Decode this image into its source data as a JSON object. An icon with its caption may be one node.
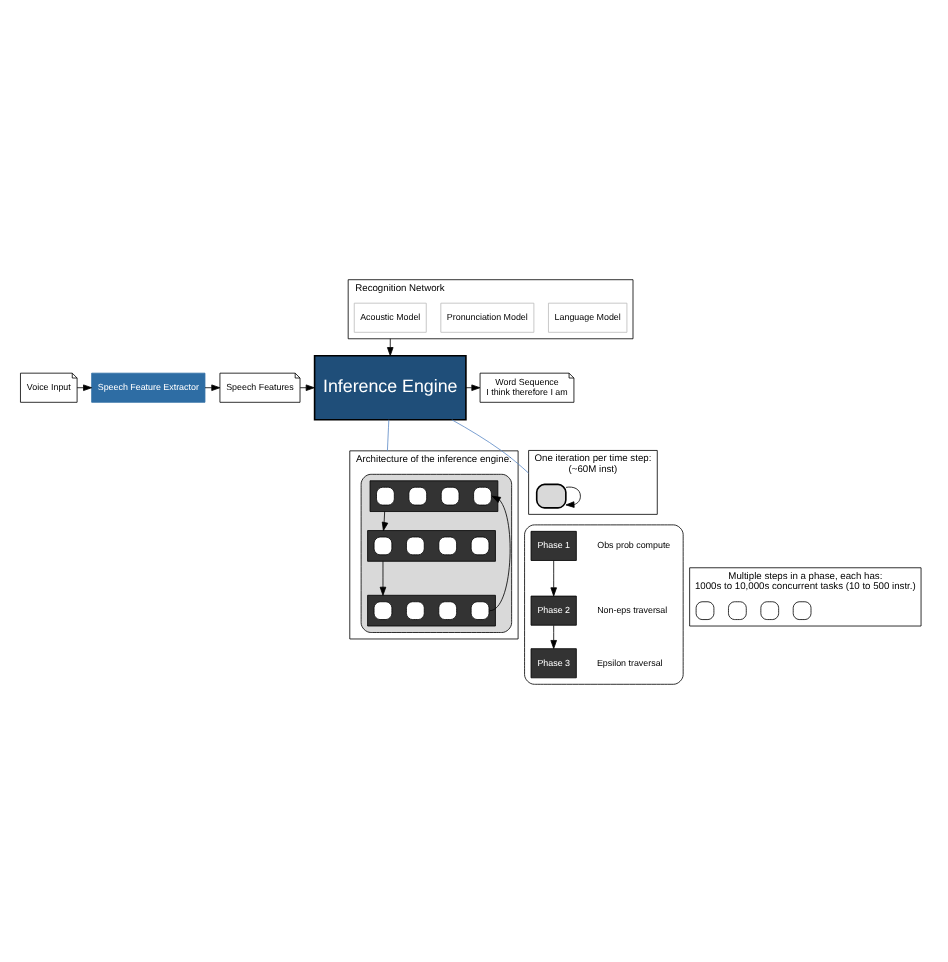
{
  "diagram": {
    "nodes": [
      {
        "text": [
          "Recognition Network"
        ]
      },
      {
        "text": [
          "Acoustic Model"
        ],
        "in": 0
      },
      {
        "text": [
          "Pronunciation Model"
        ],
        "in": 0
      },
      {
        "text": [
          "Language Model"
        ],
        "in": 0
      },
      {
        "text": [
          "Voice Input"
        ]
      },
      {
        "text": [
          "Speech Feature Extractor"
        ]
      },
      {
        "text": [
          "Speech Features"
        ]
      },
      {
        "text": [
          "Inference Engine"
        ]
      },
      {
        "text": [
          "Word Sequence",
          "I think therefore I am"
        ]
      },
      {
        "text": [
          "Architecture of the inference engine:"
        ]
      },
      {
        "text": [],
        "shape": "box",
        "in": 9
      },
      {
        "text": [],
        "shape": "bar",
        "in": 10
      },
      {
        "text": [],
        "shape": "box",
        "in": 11
      },
      {
        "text": [],
        "shape": "box",
        "in": 11
      },
      {
        "text": [],
        "shape": "box",
        "in": 11
      },
      {
        "text": [],
        "shape": "box",
        "in": 11
      },
      {
        "text": [],
        "shape": "bar",
        "in": 10
      },
      {
        "text": [],
        "shape": "box",
        "in": 16
      },
      {
        "text": [],
        "shape": "box",
        "in": 16
      },
      {
        "text": [],
        "shape": "box",
        "in": 16
      },
      {
        "text": [],
        "shape": "box",
        "in": 16
      },
      {
        "text": [],
        "shape": "bar",
        "in": 10
      },
      {
        "text": [],
        "shape": "box",
        "in": 21
      },
      {
        "text": [],
        "shape": "box",
        "in": 21
      },
      {
        "text": [],
        "shape": "box",
        "in": 21
      },
      {
        "text": [],
        "shape": "box",
        "in": 21
      },
      {
        "text": [
          "One iteration per time step:",
          "(~60M inst)"
        ]
      },
      {
        "text": [],
        "shape": "box",
        "in": 26
      },
      {
        "text": [],
        "shape": "box"
      },
      {
        "text": [
          "Phase 1"
        ],
        "beside": [
          "Obs prob compute"
        ],
        "in": 28
      },
      {
        "text": [
          "Phase 2"
        ],
        "beside": [
          "Non-eps traversal"
        ],
        "in": 28
      },
      {
        "text": [
          "Phase 3"
        ],
        "beside": [
          "Epsilon traversal"
        ],
        "in": 28
      },
      {
        "text": [
          "Multiple steps in a phase, each has:",
          "1000s to 10,000s concurrent tasks (10 to 500 instr.)"
        ]
      },
      {
        "text": [],
        "shape": "box",
        "in": 32
      },
      {
        "text": [],
        "shape": "box",
        "in": 32
      },
      {
        "text": [],
        "shape": "box",
        "in": 32
      },
      {
        "text": [],
        "shape": "box",
        "in": 32
      }
    ],
    "edges": [
      {
        "from": 0,
        "to": 7,
        "arrow": "to"
      },
      {
        "from": 4,
        "to": 5,
        "arrow": "to"
      },
      {
        "from": 5,
        "to": 6,
        "arrow": "to"
      },
      {
        "from": 6,
        "to": 7,
        "arrow": "to"
      },
      {
        "from": 7,
        "to": 8,
        "arrow": "to"
      },
      {
        "from": 7,
        "to": 9,
        "arrow": "none",
        "color": "#5b8ac6"
      },
      {
        "from": 7,
        "to": 26,
        "arrow": "none",
        "color": "#5b8ac6"
      },
      {
        "from": 11,
        "to": 16,
        "arrow": "to"
      },
      {
        "from": 16,
        "to": 21,
        "arrow": "to"
      },
      {
        "from": 21,
        "to": 11,
        "arrow": "to"
      },
      {
        "from": 27,
        "to": 27,
        "arrow": "to"
      },
      {
        "from": 29,
        "to": 30,
        "arrow": "to"
      },
      {
        "from": 30,
        "to": 31,
        "arrow": "to"
      }
    ]
  }
}
